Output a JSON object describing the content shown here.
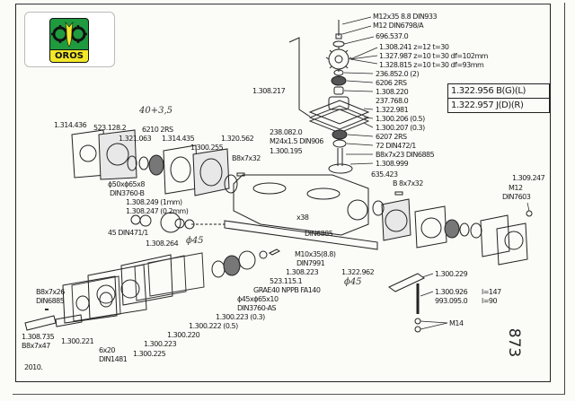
{
  "brand": {
    "logo_text": "OROS",
    "colors": {
      "green": "#1f9a3f",
      "yellow": "#f2e829"
    }
  },
  "reference_box": [
    "1.322.956 B(G)(L)",
    "1.322.957 J(D)(R)"
  ],
  "page_number": "873",
  "year": "2010.",
  "handwritten": {
    "top_note": "40+3,5",
    "phi45_left": "ϕ45",
    "phi45_right": "ϕ45"
  },
  "labels": {
    "top": [
      "M12x35 8.8 DIN933",
      "M12 DIN6798/A",
      "696.537.0",
      "1.308.241 z=12 t=30",
      "1.327.987 z=10 t=30 df=102mm",
      "1.328.815 z=10 t=30 df=93mm",
      "236.852.0 (2)",
      "6206 2RS",
      "1.308.220",
      "237.768.0",
      "1.322.981",
      "1.300.206 (0.5)",
      "1.300.207 (0.3)",
      "6207 2RS",
      "72 DIN472/1",
      "B8x7x23 DIN6885",
      "1.308.999"
    ],
    "middle": {
      "l_1308217": "1.308.217",
      "l_238082": "238.082.0",
      "l_m24": "M24x1.5 DIN906",
      "l_1300195": "1.300.195",
      "l_1314436": "1.314.436",
      "l_523128": "523.128.2",
      "l_6210": "6210 2RS",
      "l_1321063": "1.321.063",
      "l_1314435": "1.314.435",
      "l_1300255": "1.300.255",
      "l_1320562": "1.320.562",
      "l_b8x7x32": "B8x7x32",
      "l_seal50": "ϕ50xϕ65x8",
      "l_din3760b": "DIN3760-B",
      "l_635423": "635.423",
      "l_b8x7x32b": "B 8x7x32",
      "l_1309247": "1.309.247",
      "l_m12": "M12",
      "l_din7603": "DIN7603",
      "l_1308249": "1.308.249 (1mm)",
      "l_1308247": "1.308.247 (0.2mm)",
      "l_45din": "45 DIN471/1",
      "l_1308264": "1.308.264",
      "l_x38": "x38",
      "l_din6885": "DIN6885"
    },
    "lower": {
      "l_m10": "M10x35(8.8)",
      "l_din7991": "DIN7991",
      "l_1308223": "1.308.223",
      "l_523115": "523.115.1",
      "l_grae": "GRAE40 NPPB FA140",
      "l_seal45": "ϕ45xϕ65x10",
      "l_din3760as": "DIN3760-AS",
      "l_1300223a": "1.300.223 (0.3)",
      "l_1300222": "1.300.222 (0.5)",
      "l_1300220": "1.300.220",
      "l_1300223b": "1.300.223",
      "l_1300225": "1.300.225",
      "l_1322962": "1.322.962",
      "l_b8x7x26": "B8x7x26",
      "l_din6885b": "DIN6885",
      "l_1308735": "1.308.735",
      "l_b8x7x47": "B8x7x47",
      "l_1300221": "1.300.221",
      "l_6x20": "6x20",
      "l_din1481": "DIN1481",
      "l_1300229": "1.300.229",
      "l_1300926": "1.300.926",
      "l_l147": "l=147",
      "l_993095": "993.095.0",
      "l_l90": "l=90",
      "l_m14": "M14"
    }
  }
}
